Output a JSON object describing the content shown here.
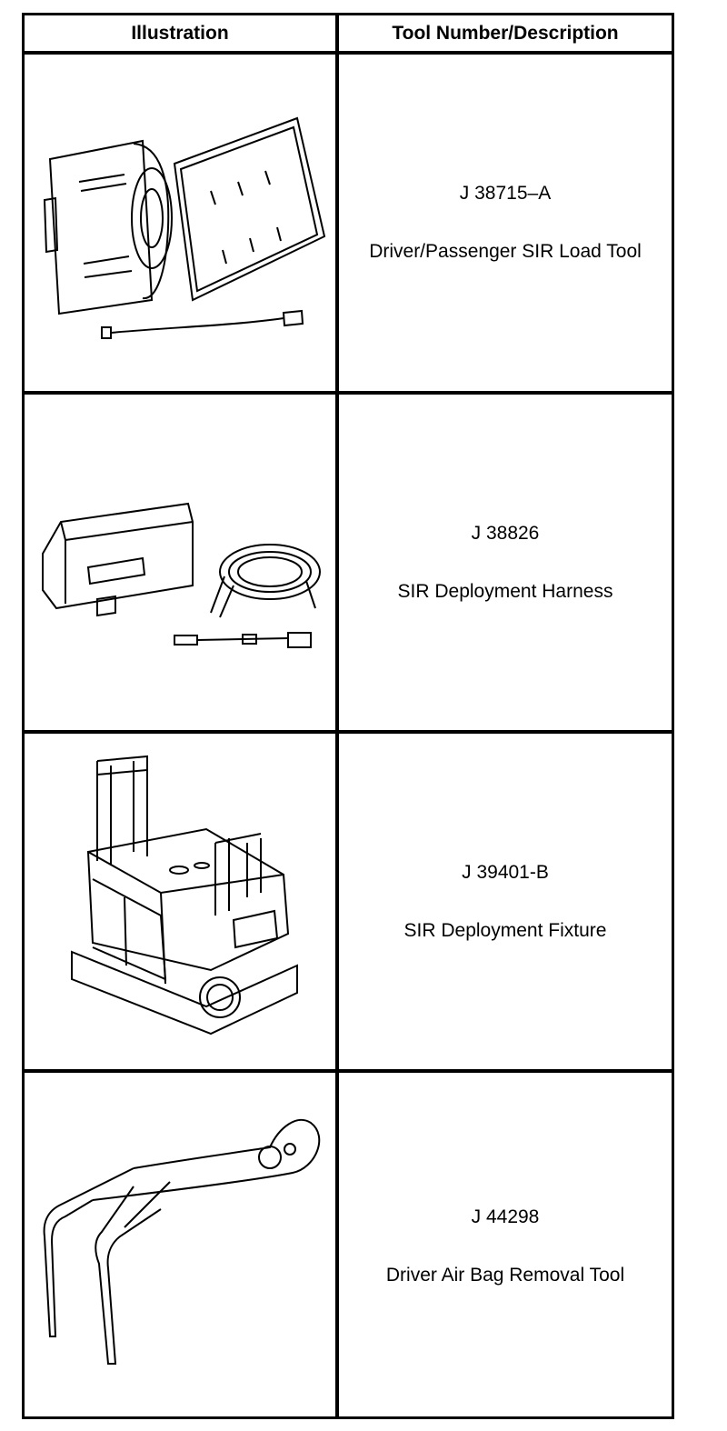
{
  "table": {
    "headers": [
      "Illustration",
      "Tool Number/Description"
    ],
    "rows": [
      {
        "number": "J 38715–A",
        "description": "Driver/Passenger SIR Load Tool",
        "illustration": "sir-load-tool-case-illustration"
      },
      {
        "number": "J 38826",
        "description": "SIR Deployment Harness",
        "illustration": "sir-deployment-harness-illustration"
      },
      {
        "number": "J 39401-B",
        "description": "SIR Deployment Fixture",
        "illustration": "sir-deployment-fixture-illustration"
      },
      {
        "number": "J 44298",
        "description": "Driver Air Bag Removal Tool",
        "illustration": "air-bag-removal-tool-illustration"
      }
    ]
  }
}
